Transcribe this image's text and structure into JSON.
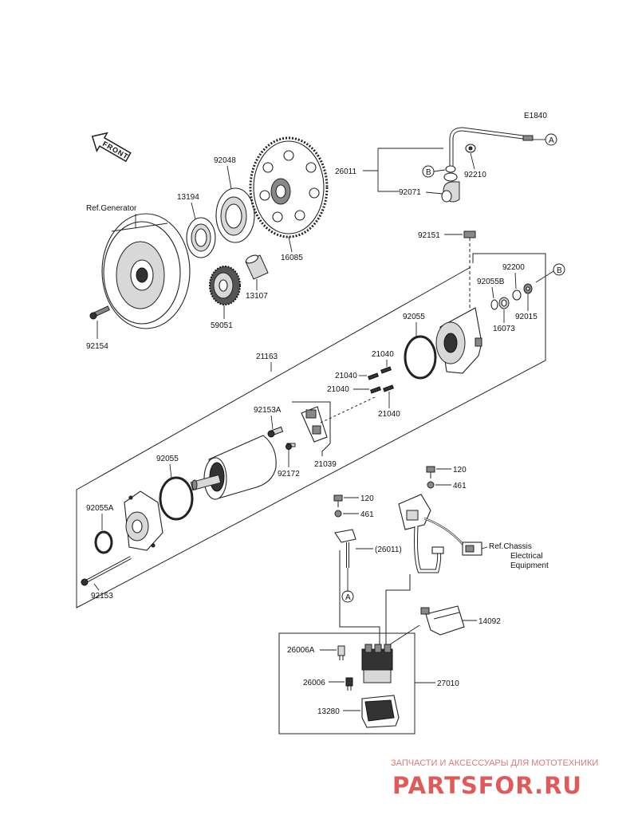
{
  "diagram": {
    "code": "E1840",
    "front_label": "FRONT",
    "refs": {
      "generator": "Ref.Generator",
      "chassis_line1": "Ref.Chassis",
      "chassis_line2": "Electrical",
      "chassis_line3": "Equipment"
    },
    "markers": {
      "A": "A",
      "B": "B"
    },
    "parts": {
      "p92048": "92048",
      "p13194": "13194",
      "p16085": "16085",
      "p13107": "13107",
      "p59051": "59051",
      "p92154": "92154",
      "p21163": "21163",
      "p26011": "26011",
      "p92210": "92210",
      "p92071": "92071",
      "p92151": "92151",
      "p92200": "92200",
      "p92055B": "92055B",
      "p16073": "16073",
      "p92015": "92015",
      "p92055_top": "92055",
      "p21040_a": "21040",
      "p21040_b": "21040",
      "p21040_c": "21040",
      "p21040_d": "21040",
      "p92153A": "92153A",
      "p92172": "92172",
      "p21039": "21039",
      "p92055_left": "92055",
      "p92055A": "92055A",
      "p92153": "92153",
      "p120_a": "120",
      "p461_a": "461",
      "p120_b": "120",
      "p461_b": "461",
      "p26011_paren": "(26011)",
      "p14092": "14092",
      "p26006A": "26006A",
      "p26006": "26006",
      "p27010": "27010",
      "p13280": "13280"
    }
  },
  "watermark": {
    "tagline": "ЗАПЧАСТИ И АКСЕССУАРЫ ДЛЯ МОТОТЕХНИКИ",
    "logo": "PARTSFOR.RU"
  }
}
